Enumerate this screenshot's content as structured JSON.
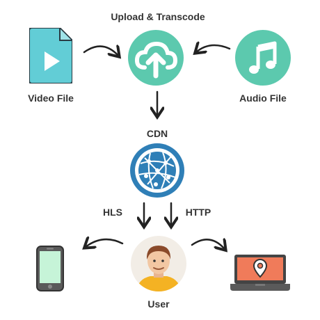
{
  "diagram": {
    "title": "Upload & Transcode",
    "video_label": "Video File",
    "audio_label": "Audio File",
    "cdn_label": "CDN",
    "hls_label": "HLS",
    "http_label": "HTTP",
    "user_label": "User"
  },
  "icons": {
    "video_file": "video-file-icon",
    "upload": "cloud-upload-icon",
    "audio": "music-note-icon",
    "cdn": "globe-network-icon",
    "user": "user-avatar-icon",
    "phone": "smartphone-icon",
    "laptop": "laptop-location-icon"
  },
  "colors": {
    "teal": "#5cc9ae",
    "teal_dark": "#3aa88e",
    "cyan": "#62cdd6",
    "globe_blue": "#2f7fb7",
    "laptop_screen": "#f07b5a",
    "phone_screen": "#c6f4d8",
    "text": "#333333"
  }
}
